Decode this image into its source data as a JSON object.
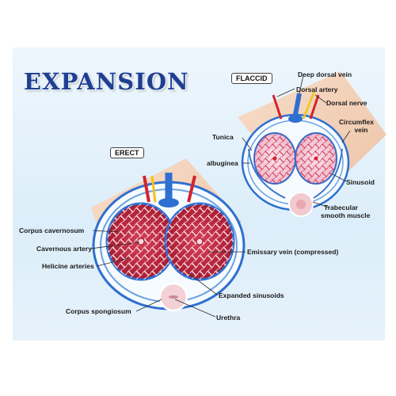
{
  "title": "EXPANSION",
  "states": {
    "erect": "ERECT",
    "flaccid": "FLACCID"
  },
  "labels": {
    "deep_dorsal_vein": "Deep dorsal vein",
    "dorsal_artery": "Dorsal artery",
    "dorsal_nerve": "Dorsal nerve",
    "circumflex_vein_1": "Circumflex",
    "circumflex_vein_2": "vein",
    "tunica": "Tunica",
    "albuginea": "albuginea",
    "sinusoid": "Sinusoid",
    "trabecular_1": "Trabecular",
    "trabecular_2": "smooth muscle",
    "corpus_cavernosum": "Corpus cavernosum",
    "cavernous_artery": "Cavernous artery",
    "helicine_arteries": "Helicine arteries",
    "emissary_vein": "Emissary vein (compressed)",
    "expanded_sinusoids": "Expanded sinusoids",
    "corpus_spongiosum": "Corpus spongiosum",
    "urethra": "Urethra"
  },
  "colors": {
    "title": "#1f3f93",
    "vein": "#2f6fd0",
    "artery": "#d3232c",
    "nerve": "#f0c419",
    "erect_tissue": "#c0273b",
    "flaccid_tissue": "#f2c4d2"
  }
}
